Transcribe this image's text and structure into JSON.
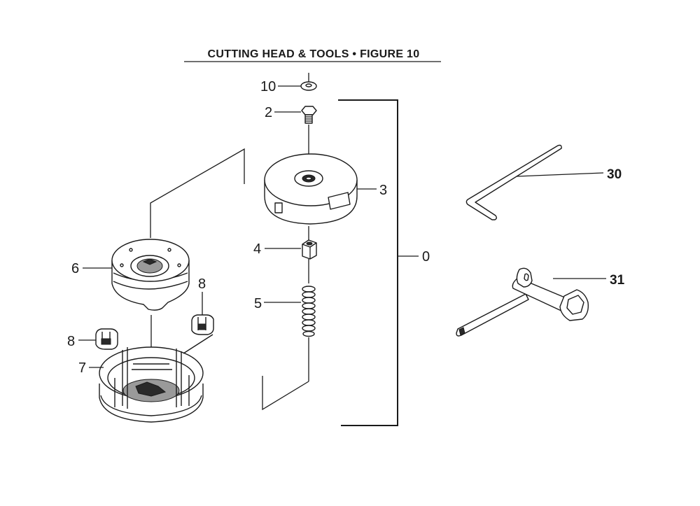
{
  "title": "CUTTING HEAD & TOOLS  •  FIGURE 10",
  "callouts": {
    "p0": "0",
    "p2": "2",
    "p3": "3",
    "p4": "4",
    "p5": "5",
    "p6": "6",
    "p7": "7",
    "p8a": "8",
    "p8b": "8",
    "p10": "10",
    "p30": "30",
    "p31": "31"
  }
}
